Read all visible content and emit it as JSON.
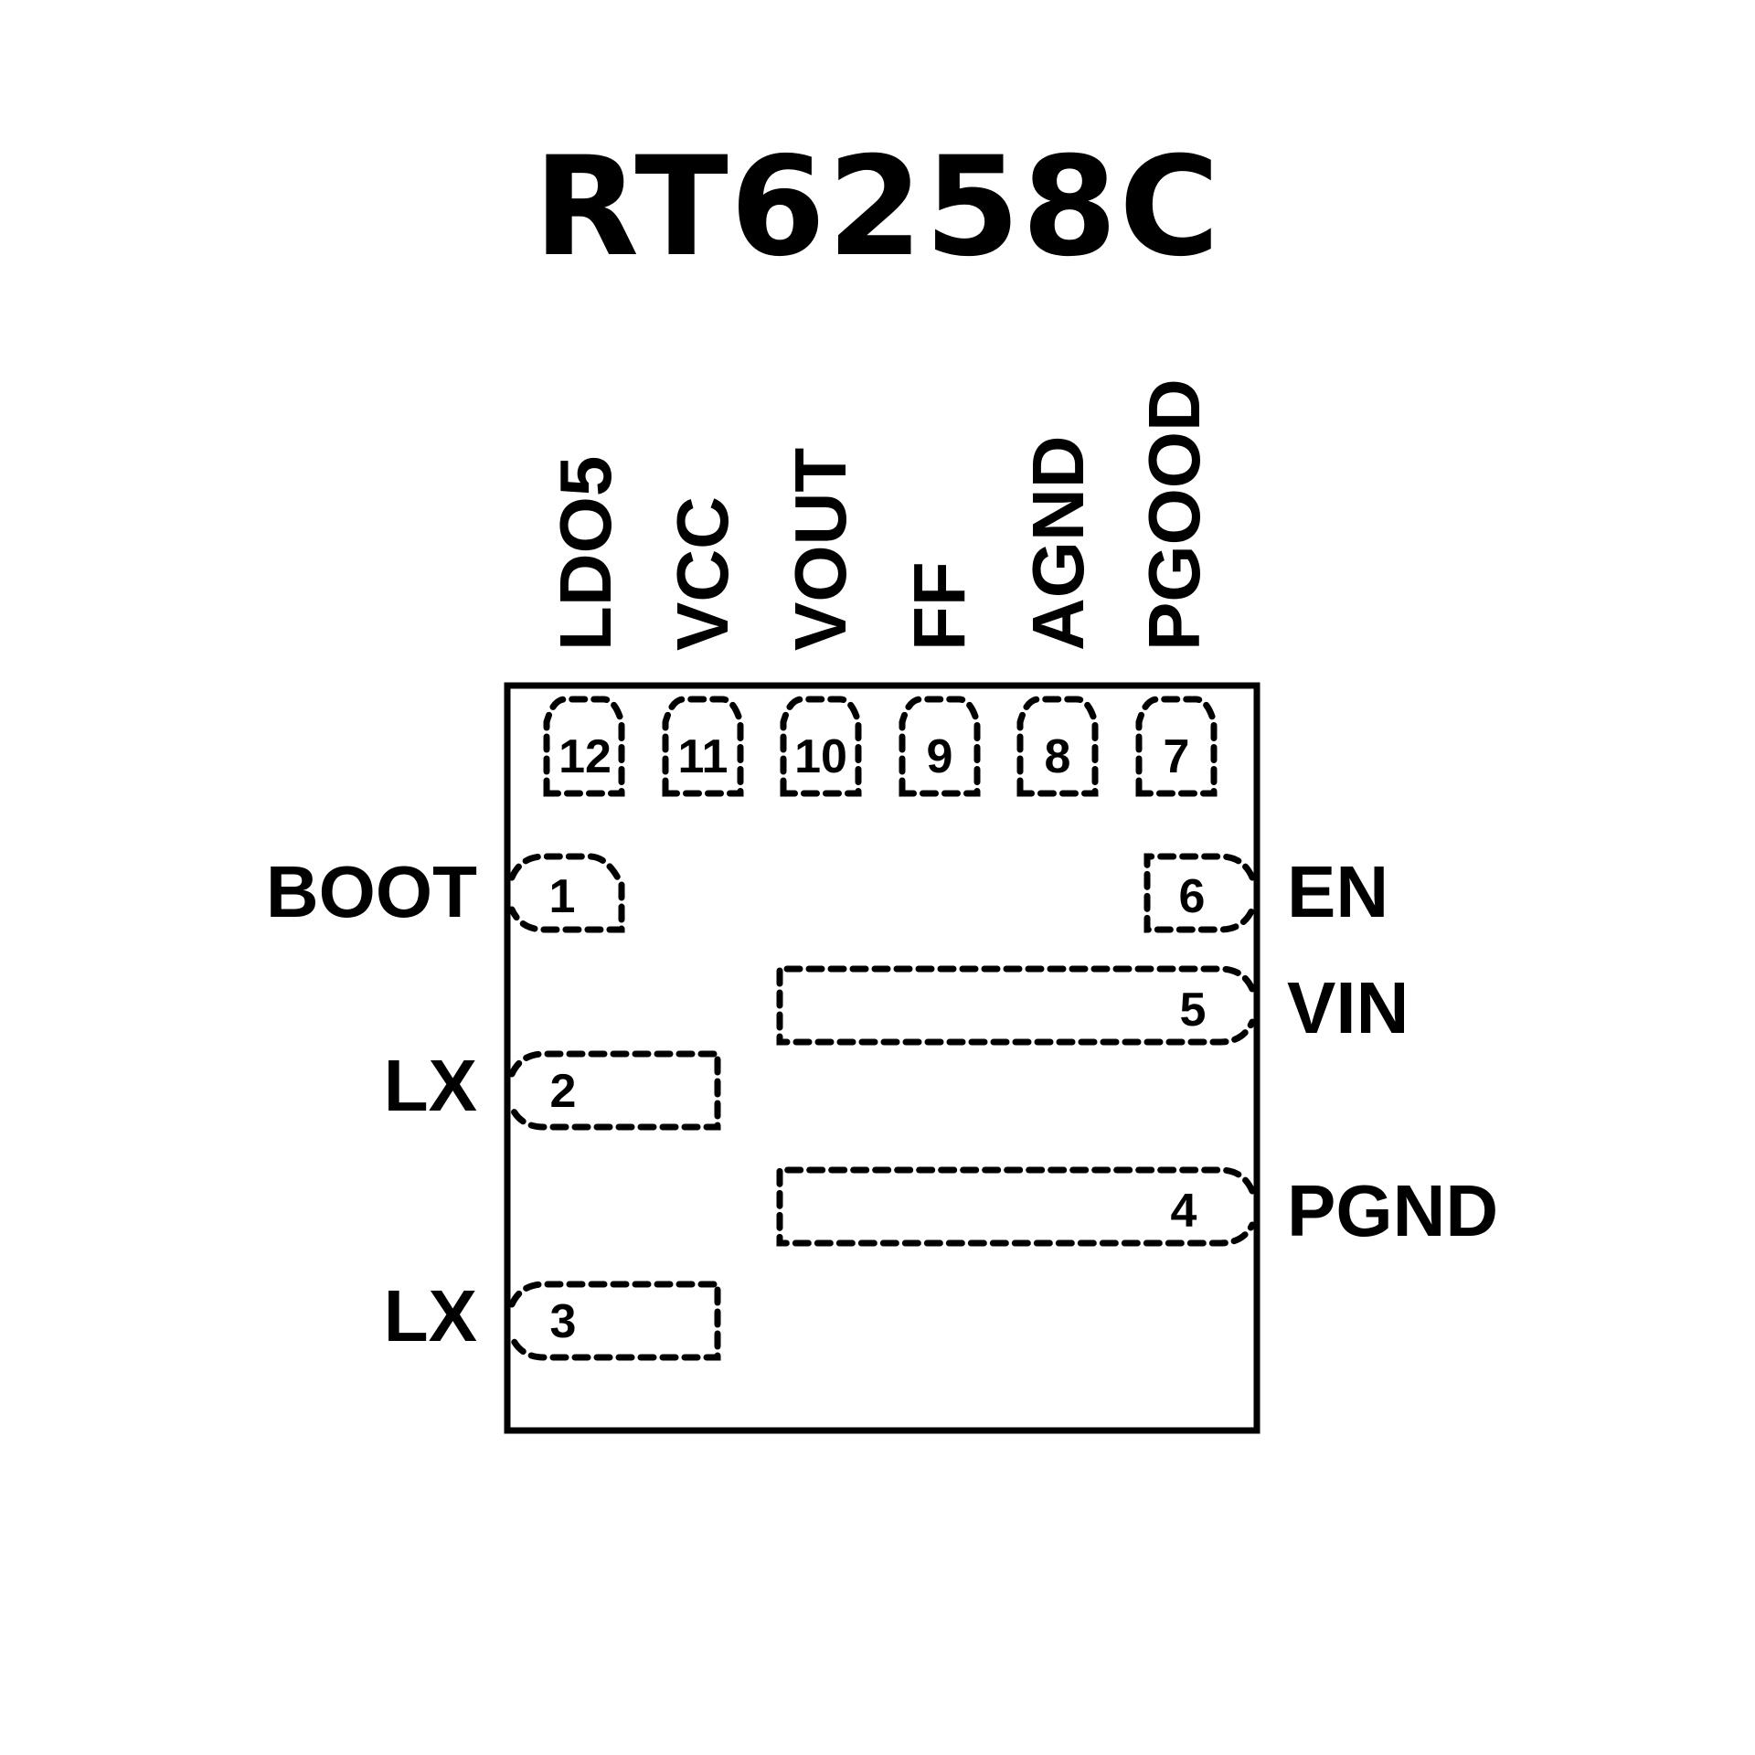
{
  "title": "RT6258C",
  "package": {
    "top_pins": [
      {
        "number": "12",
        "name": "LDO5"
      },
      {
        "number": "11",
        "name": "VCC"
      },
      {
        "number": "10",
        "name": "VOUT"
      },
      {
        "number": "9",
        "name": "FF"
      },
      {
        "number": "8",
        "name": "AGND"
      },
      {
        "number": "7",
        "name": "PGOOD"
      }
    ],
    "left_pins": [
      {
        "number": "1",
        "name": "BOOT"
      },
      {
        "number": "2",
        "name": "LX"
      },
      {
        "number": "3",
        "name": "LX"
      }
    ],
    "right_pins": [
      {
        "number": "6",
        "name": "EN"
      },
      {
        "number": "5",
        "name": "VIN"
      },
      {
        "number": "4",
        "name": "PGND"
      }
    ]
  }
}
